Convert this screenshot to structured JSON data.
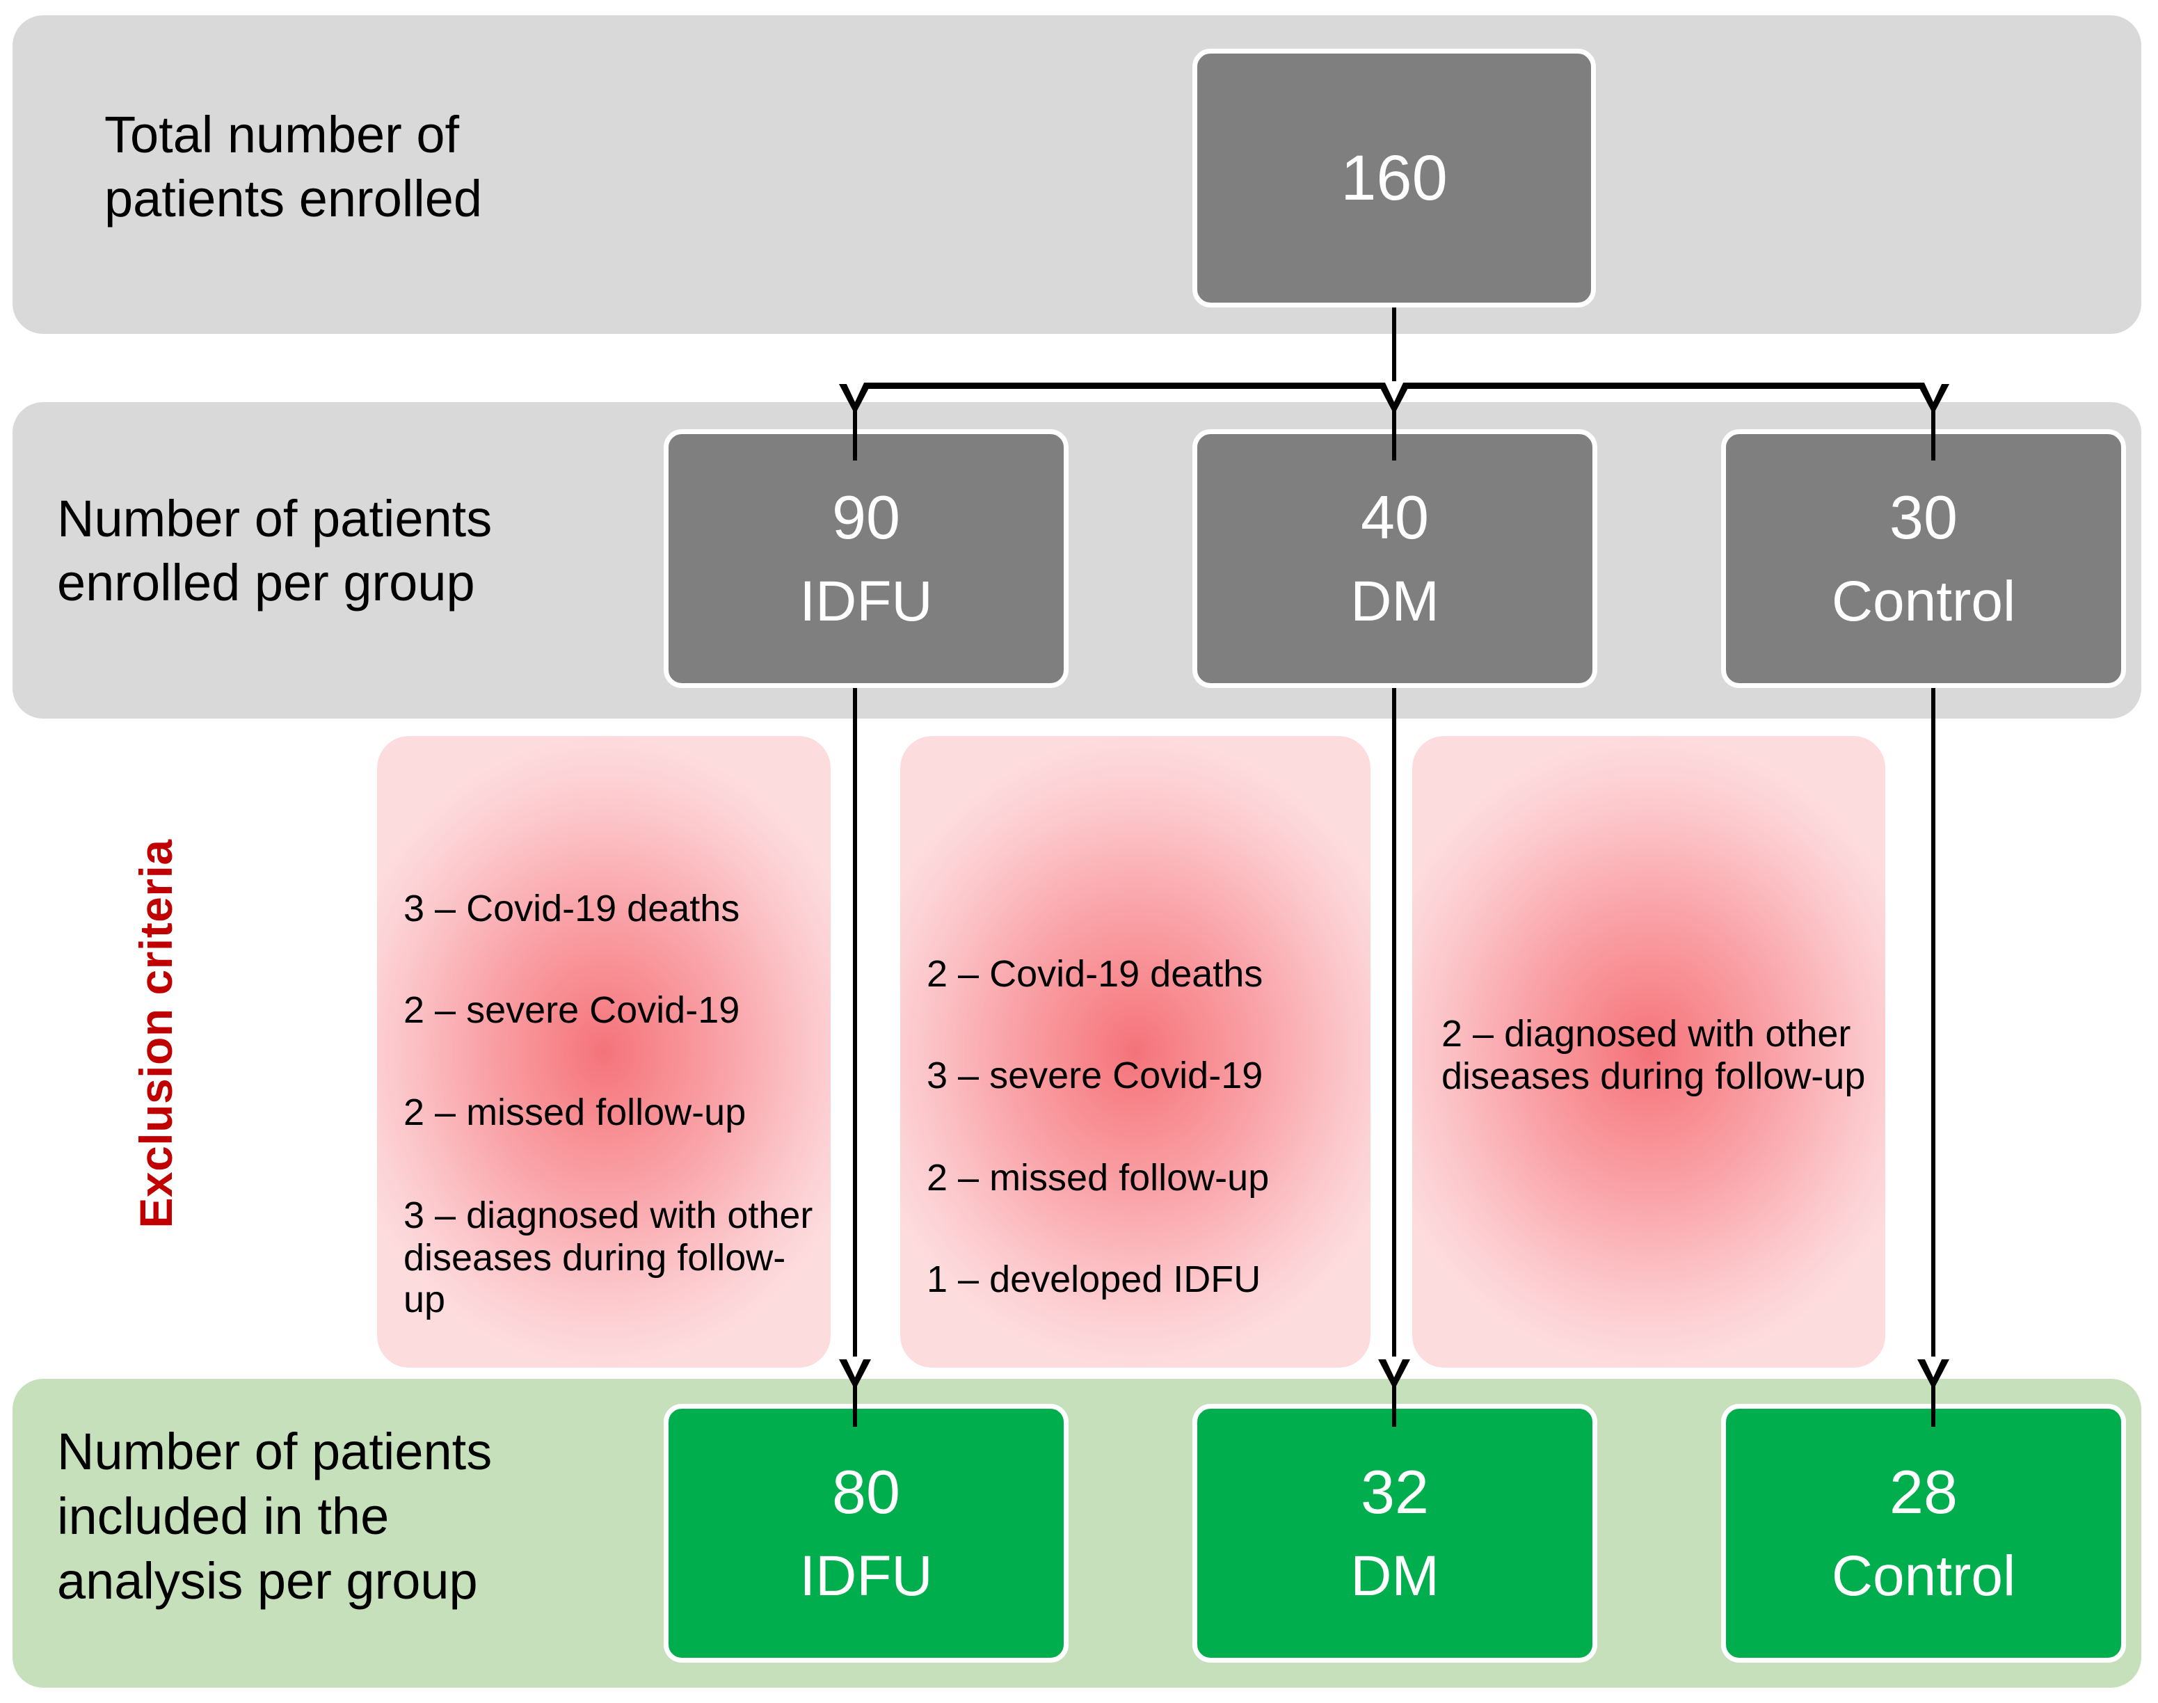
{
  "sections": {
    "total_enrolled_label": "Total number of\npatients enrolled",
    "enrolled_per_group_label": "Number of patients\nenrolled per group",
    "analysis_per_group_label": "Number of patients\nincluded in the\nanalysis per group",
    "exclusion_criteria_label": "Exclusion criteria"
  },
  "total": {
    "count": "160"
  },
  "enrolled": [
    {
      "count": "90",
      "group": "IDFU"
    },
    {
      "count": "40",
      "group": "DM"
    },
    {
      "count": "30",
      "group": "Control"
    }
  ],
  "analysis": [
    {
      "count": "80",
      "group": "IDFU"
    },
    {
      "count": "32",
      "group": "DM"
    },
    {
      "count": "28",
      "group": "Control"
    }
  ],
  "exclusions": {
    "idfu": {
      "line1": "3 – Covid-19 deaths",
      "line2": "2 – severe Covid-19",
      "line3": "2 – missed follow-up",
      "line4": "3 – diagnosed with other diseases during follow-up"
    },
    "dm": {
      "line1": "2 – Covid-19 deaths",
      "line2": "3 – severe Covid-19",
      "line3": "2 – missed follow-up",
      "line4": "1 – developed IDFU"
    },
    "control": {
      "line1": "2 – diagnosed with other diseases during follow-up"
    }
  },
  "colors": {
    "band_gray": "#D9D9D9",
    "band_green": "#C7E0BC",
    "node_gray": "#7F7F7F",
    "node_green": "#00AE4D",
    "exclusion_red": "#C00000",
    "exclusion_fill": "#F4737A",
    "connector": "#000000"
  }
}
